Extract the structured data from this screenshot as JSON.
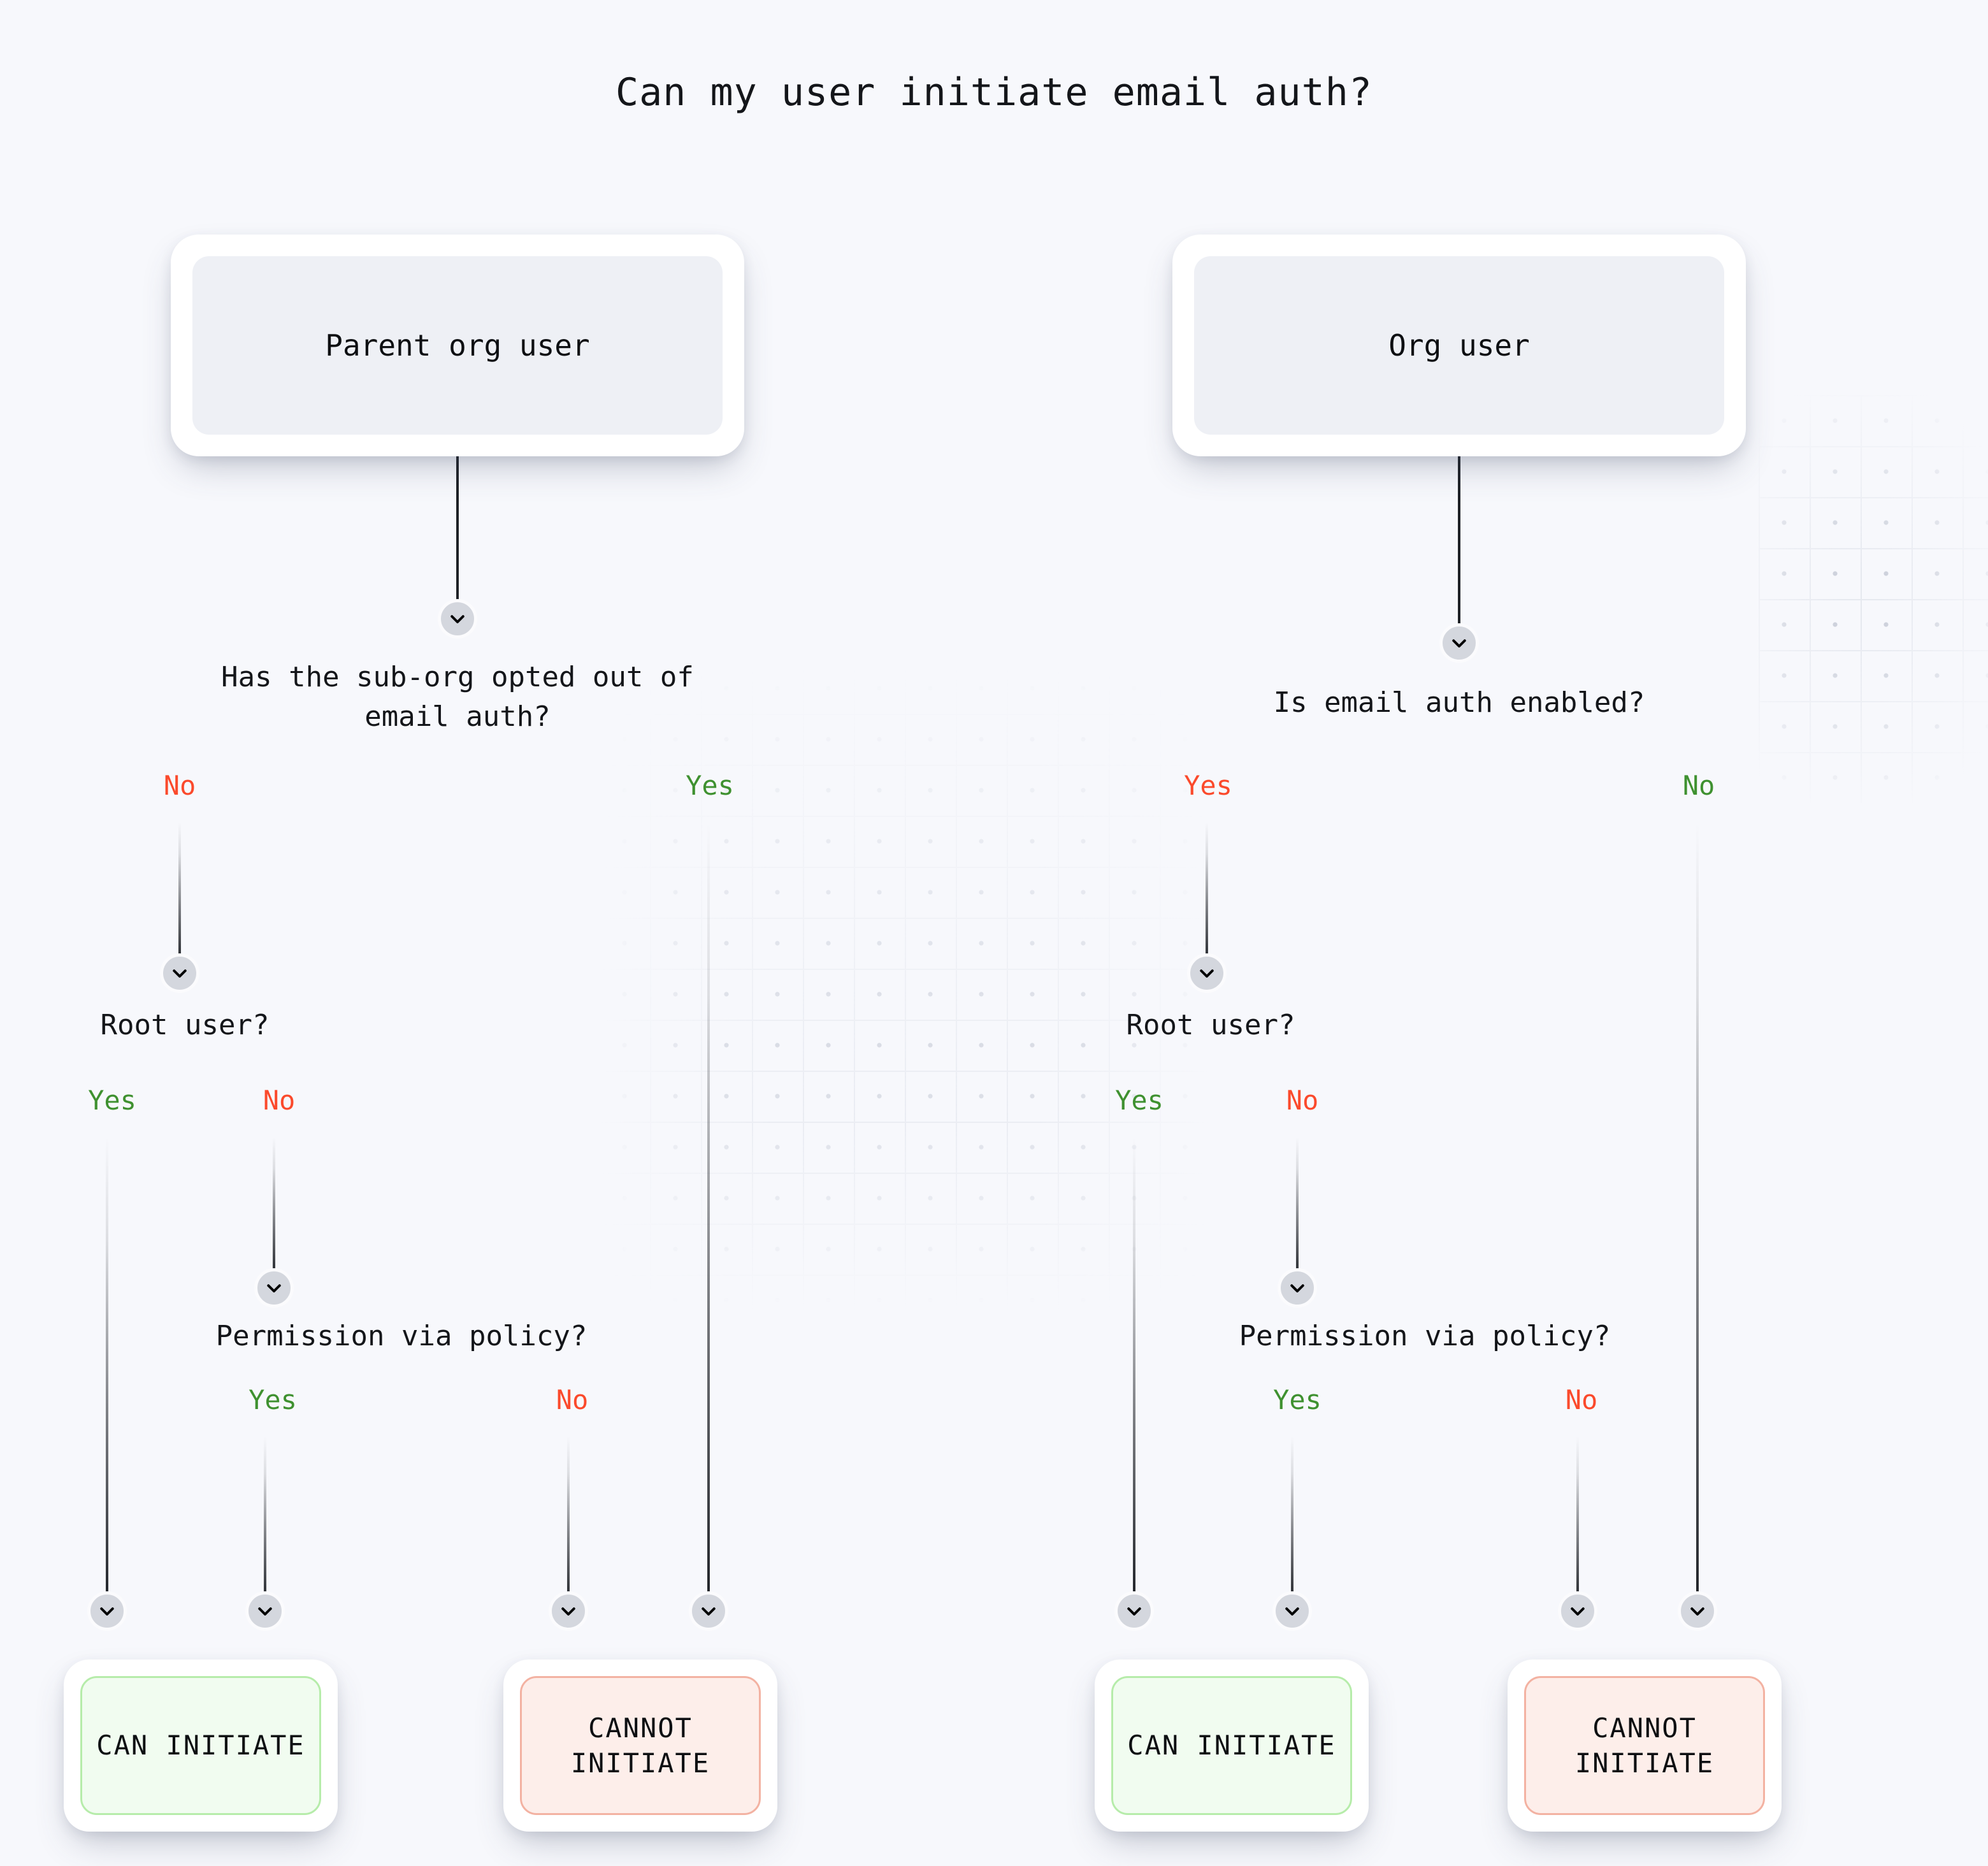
{
  "title": "Can my user initiate email auth?",
  "colors": {
    "background": "#f7f8fc",
    "green": "#3f9130",
    "red": "#fb4a2c",
    "line": "#1e2126",
    "node_fill": "#d4d7de",
    "card_inner": "#eef0f5",
    "can_bg": "#f1fcf0",
    "can_border": "#b6ecaa",
    "cannot_bg": "#fdeeea",
    "cannot_border": "#f3b2a2"
  },
  "icons": {
    "chevron_down": "chevron-down-icon"
  },
  "left_branch": {
    "root_label": "Parent org user",
    "q1": "Has the sub-org opted out of\nemail auth?",
    "q1_left_label": "No",
    "q1_right_label": "Yes",
    "q2": "Root user?",
    "q2_left_label": "Yes",
    "q2_right_label": "No",
    "q3": "Permission via policy?",
    "q3_left_label": "Yes",
    "q3_right_label": "No",
    "outcome_can": "CAN\nINITIATE",
    "outcome_cannot": "CANNOT\nINITIATE"
  },
  "right_branch": {
    "root_label": "Org user",
    "q1": "Is email auth enabled?",
    "q1_left_label": "Yes",
    "q1_right_label": "No",
    "q2": "Root user?",
    "q2_left_label": "Yes",
    "q2_right_label": "No",
    "q3": "Permission via policy?",
    "q3_left_label": "Yes",
    "q3_right_label": "No",
    "outcome_can": "CAN\nINITIATE",
    "outcome_cannot": "CANNOT\nINITIATE"
  }
}
